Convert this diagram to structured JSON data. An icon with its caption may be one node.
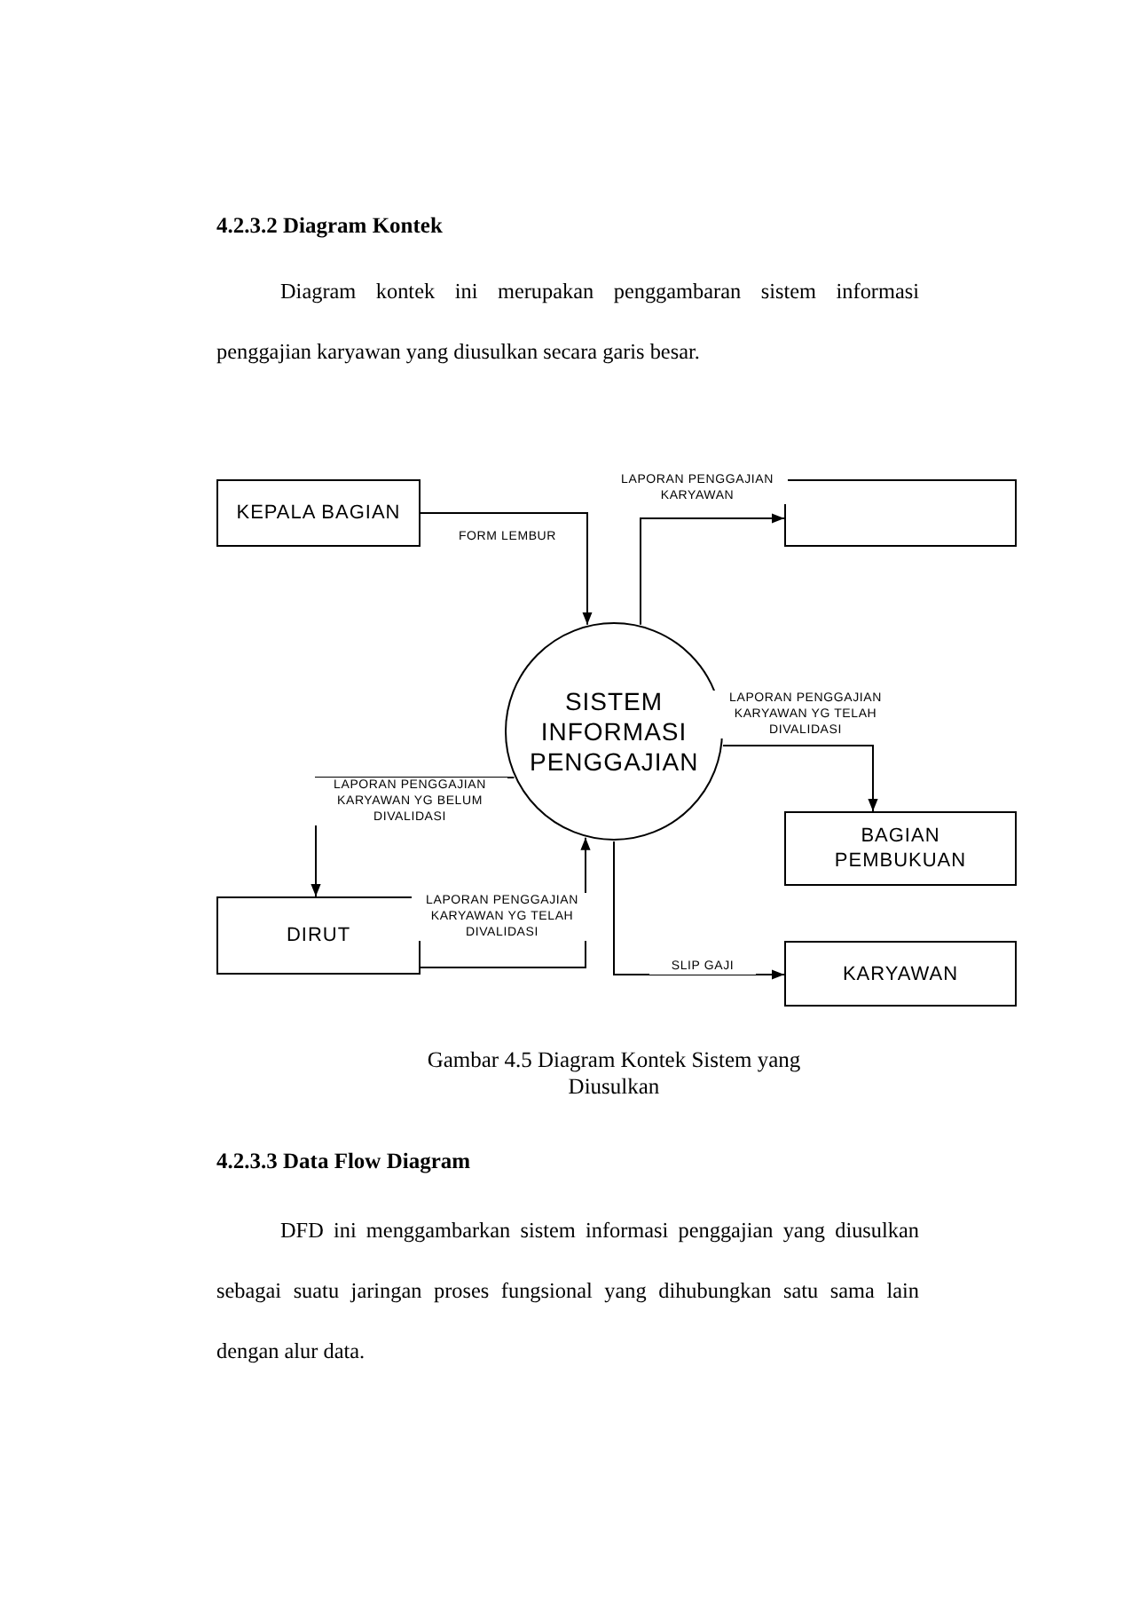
{
  "diagram": {
    "title": "4.2.3.2 Diagram Kontek",
    "caption": "Gambar 4.5 Diagram Kontek Sistem yang Diusulkan",
    "nodes": [
      {
        "text": [
          "KEPALA BAGIAN"
        ]
      },
      {
        "text": [],
        "shape": "box"
      },
      {
        "text": [
          "SISTEM INFORMASI PENGGAJIAN"
        ]
      },
      {
        "text": [
          "BAGIAN PEMBUKUAN"
        ]
      },
      {
        "text": [
          "DIRUT"
        ]
      },
      {
        "text": [
          "KARYAWAN"
        ]
      }
    ],
    "edges": [
      {
        "from": 0,
        "to": 2,
        "arrow": "to",
        "label": "FORM LEMBUR"
      },
      {
        "from": 2,
        "to": 1,
        "arrow": "to",
        "label": "LAPORAN PENGGAJIAN KARYAWAN"
      },
      {
        "from": 2,
        "to": 3,
        "arrow": "to",
        "label": "LAPORAN PENGGAJIAN KARYAWAN YG TELAH DIVALIDASI"
      },
      {
        "from": 2,
        "to": 4,
        "arrow": "to",
        "label": "LAPORAN PENGGAJIAN KARYAWAN YG BELUM DIVALIDASI"
      },
      {
        "from": 4,
        "to": 2,
        "arrow": "to",
        "label": "LAPORAN PENGGAJIAN KARYAWAN YG TELAH DIVALIDASI"
      },
      {
        "from": 2,
        "to": 5,
        "arrow": "to",
        "label": "SLIP GAJI"
      }
    ],
    "labels": [
      "Diagram kontek ini merupakan penggambaran sistem informasi penggajian karyawan yang diusulkan secara garis besar.",
      "4.2.3.3 Data Flow Diagram",
      "DFD ini menggambarkan sistem informasi penggajian yang diusulkan sebagai suatu jaringan proses fungsional yang dihubungkan satu sama lain dengan alur data."
    ]
  }
}
